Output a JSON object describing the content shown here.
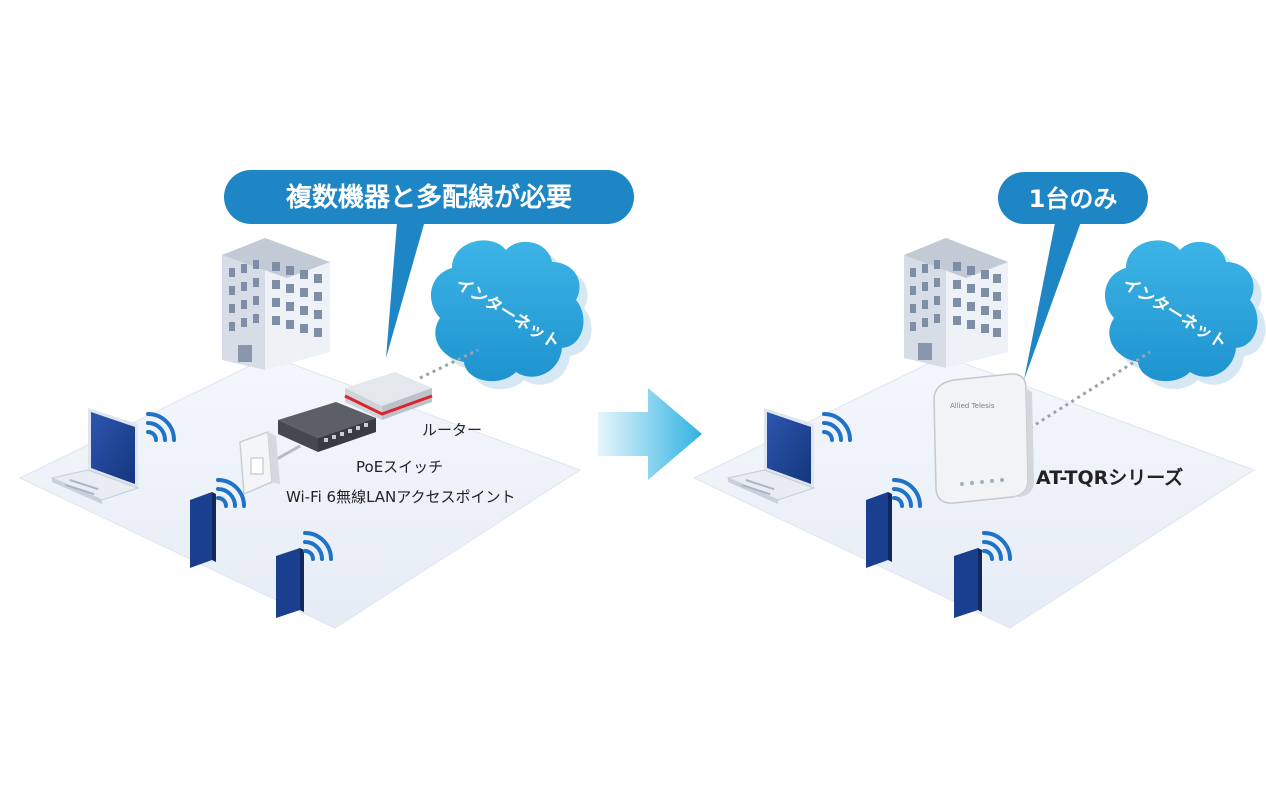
{
  "left": {
    "callout": "複数機器と多配線が必要",
    "cloud_label": "インターネット",
    "labels": {
      "router": "ルーター",
      "poe_switch": "PoEスイッチ",
      "access_point": "Wi-Fi 6無線LANアクセスポイント"
    }
  },
  "right": {
    "callout": "1台のみ",
    "cloud_label": "インターネット",
    "product_label": "AT-TQRシリーズ",
    "device_brand": "Allied Telesis"
  },
  "colors": {
    "callout": "#1f86c6",
    "cloud": "#2aa6de",
    "device_blue": "#1a3f8f",
    "arrow_start": "#e8f6fc",
    "arrow_end": "#2fb2e2",
    "router_red": "#d9262c"
  }
}
